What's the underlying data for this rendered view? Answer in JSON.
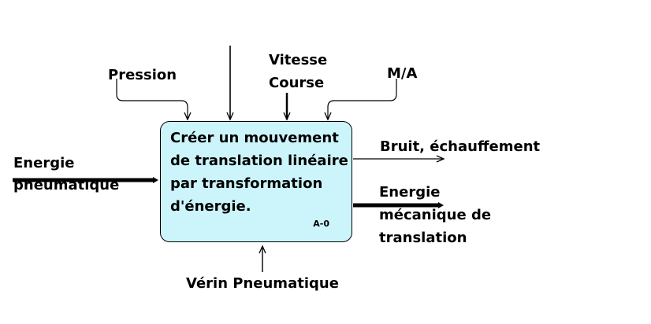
{
  "function_box": {
    "lines": [
      "Créer un mouvement",
      "de translation linéaire",
      "par transformation",
      "d'énergie."
    ],
    "id": "A-0",
    "fill_color": "#ccf5fb"
  },
  "controls": {
    "pression": "Pression",
    "vitesse_line1": "Vitesse",
    "vitesse_line2": "Course",
    "ma": "M/A"
  },
  "inputs": {
    "energie_line1": "Energie",
    "energie_line2": "pneumatique"
  },
  "outputs": {
    "bruit": "Bruit, échauffement",
    "energie_line1": "Energie",
    "energie_line2": "mécanique de",
    "energie_line3": "translation"
  },
  "mechanism": {
    "label": "Vérin Pneumatique"
  }
}
